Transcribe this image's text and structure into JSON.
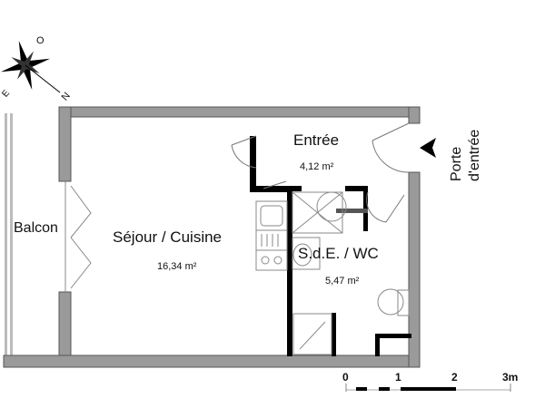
{
  "rooms": [
    {
      "name": "Entrée",
      "area": "4,12 m²"
    },
    {
      "name": "Séjour / Cuisine",
      "area": "16,34 m²"
    },
    {
      "name": "S.d.E. / WC",
      "area": "5,47 m²"
    },
    {
      "name": "Balcon"
    }
  ],
  "entrance": {
    "line1": "Porte",
    "line2": "d'entrée"
  },
  "compass": {
    "letters": [
      "O",
      "E",
      "N"
    ]
  },
  "scale": {
    "ticks": [
      "0",
      "1",
      "2",
      "3m"
    ]
  },
  "colors": {
    "outer_wall": "#9a9a9a",
    "inner_wall": "#000000",
    "fixtures": "#8a8a8a"
  }
}
